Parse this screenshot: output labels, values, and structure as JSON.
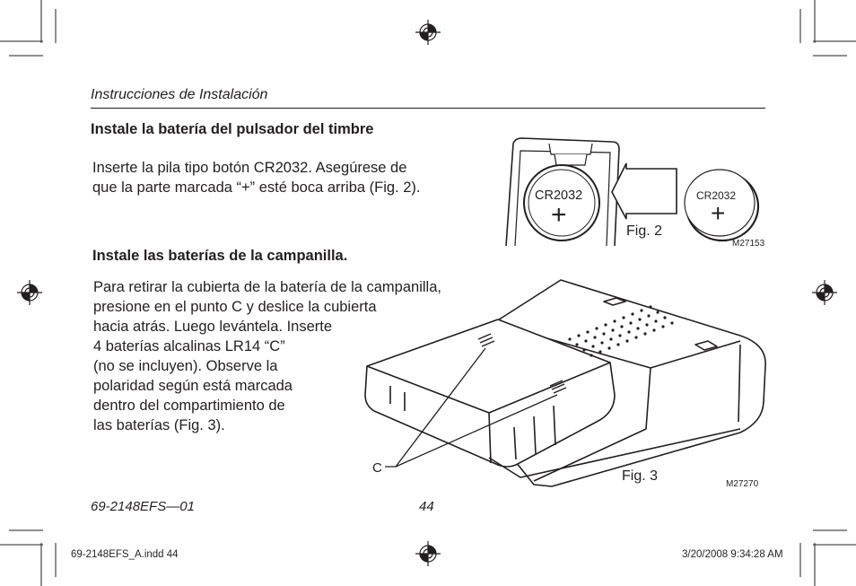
{
  "header": {
    "title": "Instrucciones de Instalación"
  },
  "section1": {
    "heading": "Instale la batería del pulsador del timbre",
    "lines": [
      "Inserte la pila tipo botón CR2032. Asegúrese de",
      "que la parte marcada “+” esté boca arriba (Fig. 2)."
    ]
  },
  "section2": {
    "heading": "Instale las baterías de la campanilla.",
    "lines": [
      "Para retirar la cubierta de la batería de la campanilla,",
      "presione en el punto C y deslice la cubierta",
      "hacia atrás. Luego levántela. Inserte",
      "4 baterías alcalinas LR14 “C”",
      "(no se incluyen). Observe la",
      "polaridad según está marcada",
      "dentro del compartimiento de",
      "las baterías (Fig. 3)."
    ]
  },
  "figure2": {
    "battery_label": "CR2032",
    "plus": "+",
    "caption": "Fig. 2",
    "code": "M27153"
  },
  "figure3": {
    "point_label": "C",
    "caption": "Fig. 3",
    "code": "M27270"
  },
  "footer": {
    "doc_number": "69-2148EFS—01",
    "page_number": "44"
  },
  "slug": {
    "file": "69-2148EFS_A.indd   44",
    "timestamp": "3/20/2008   9:34:28 AM"
  }
}
